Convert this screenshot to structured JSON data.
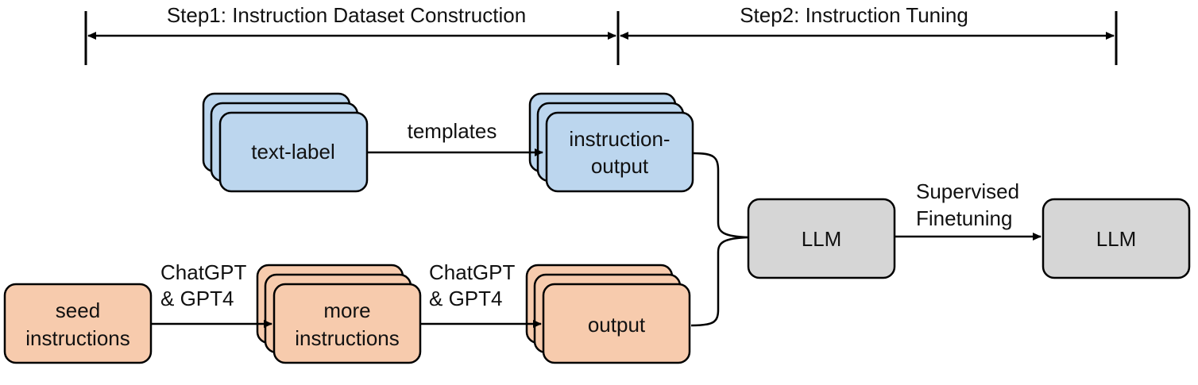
{
  "header": {
    "step1": "Step1: Instruction Dataset Construction",
    "step2": "Step2: Instruction Tuning"
  },
  "nodes": {
    "text_label": "text-label",
    "instruction_output": {
      "line1": "instruction-",
      "line2": "output"
    },
    "seed_instructions": {
      "line1": "seed",
      "line2": "instructions"
    },
    "more_instructions": {
      "line1": "more",
      "line2": "instructions"
    },
    "output": "output",
    "llm_base": "LLM",
    "llm_tuned": "LLM"
  },
  "edges": {
    "templates": "templates",
    "chatgpt_1": {
      "line1": "ChatGPT",
      "line2": "& GPT4"
    },
    "chatgpt_2": {
      "line1": "ChatGPT",
      "line2": "& GPT4"
    },
    "supervised": {
      "line1": "Supervised",
      "line2": "Finetuning"
    }
  },
  "colors": {
    "blue_fill": "#bcd6ee",
    "orange_fill": "#f7cbad",
    "gray_fill": "#d6d6d6",
    "stroke": "#000000"
  }
}
